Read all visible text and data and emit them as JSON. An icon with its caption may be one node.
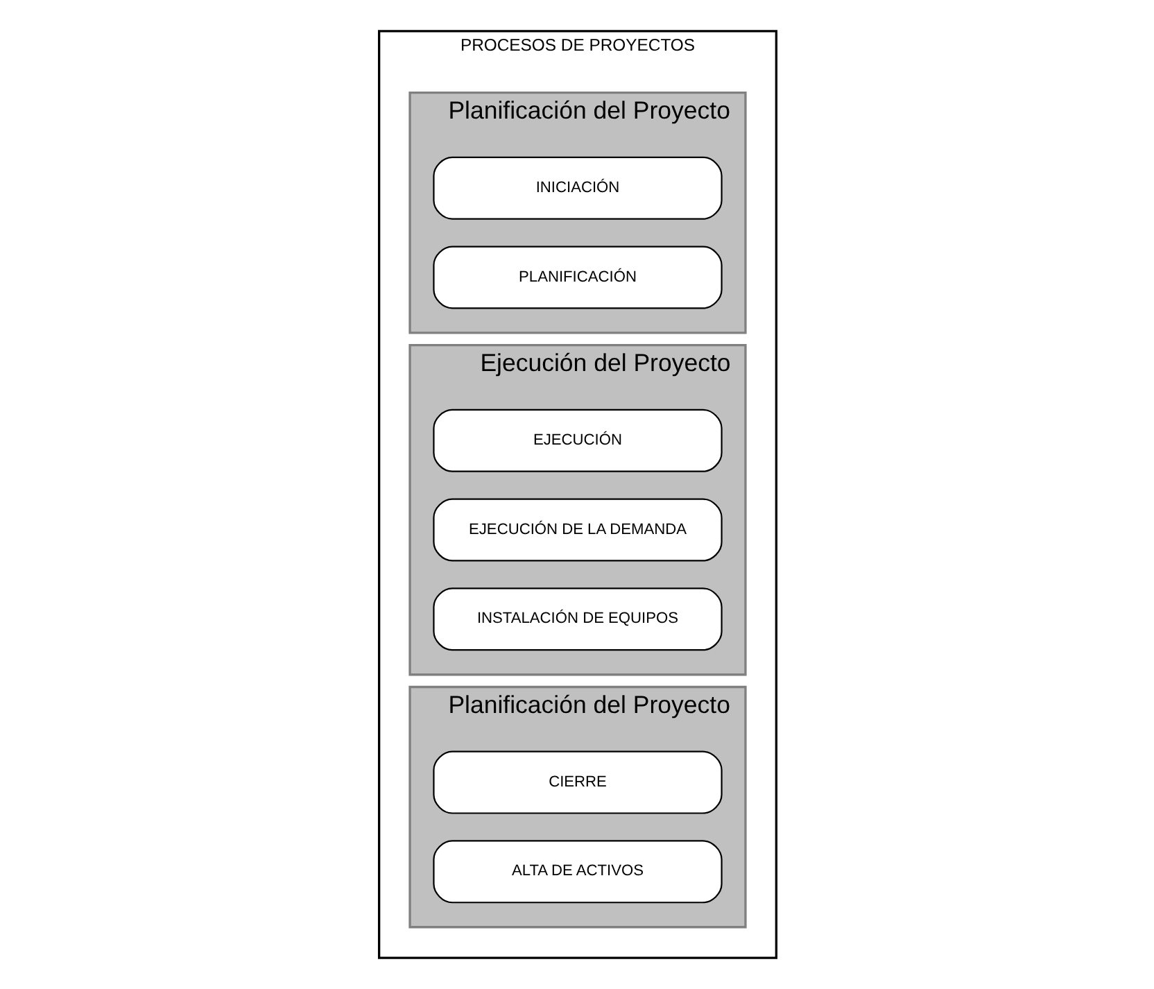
{
  "diagram": {
    "nodes": [
      {
        "text": [
          "PROCESOS DE PROYECTOS"
        ]
      },
      {
        "text": [
          "Planificación del Proyecto"
        ],
        "in": 0
      },
      {
        "text": [
          "INICIACIÓN"
        ],
        "in": 1
      },
      {
        "text": [
          "PLANIFICACIÓN"
        ],
        "in": 1
      },
      {
        "text": [
          "Ejecución del Proyecto"
        ],
        "in": 0
      },
      {
        "text": [
          "EJECUCIÓN"
        ],
        "in": 4
      },
      {
        "text": [
          "EJECUCIÓN DE LA DEMANDA"
        ],
        "in": 4
      },
      {
        "text": [
          "INSTALACIÓN DE EQUIPOS"
        ],
        "in": 4
      },
      {
        "text": [
          "Planificación del Proyecto"
        ],
        "in": 0
      },
      {
        "text": [
          "CIERRE"
        ],
        "in": 8
      },
      {
        "text": [
          "ALTA DE ACTIVOS"
        ],
        "in": 8
      }
    ],
    "edges": []
  }
}
